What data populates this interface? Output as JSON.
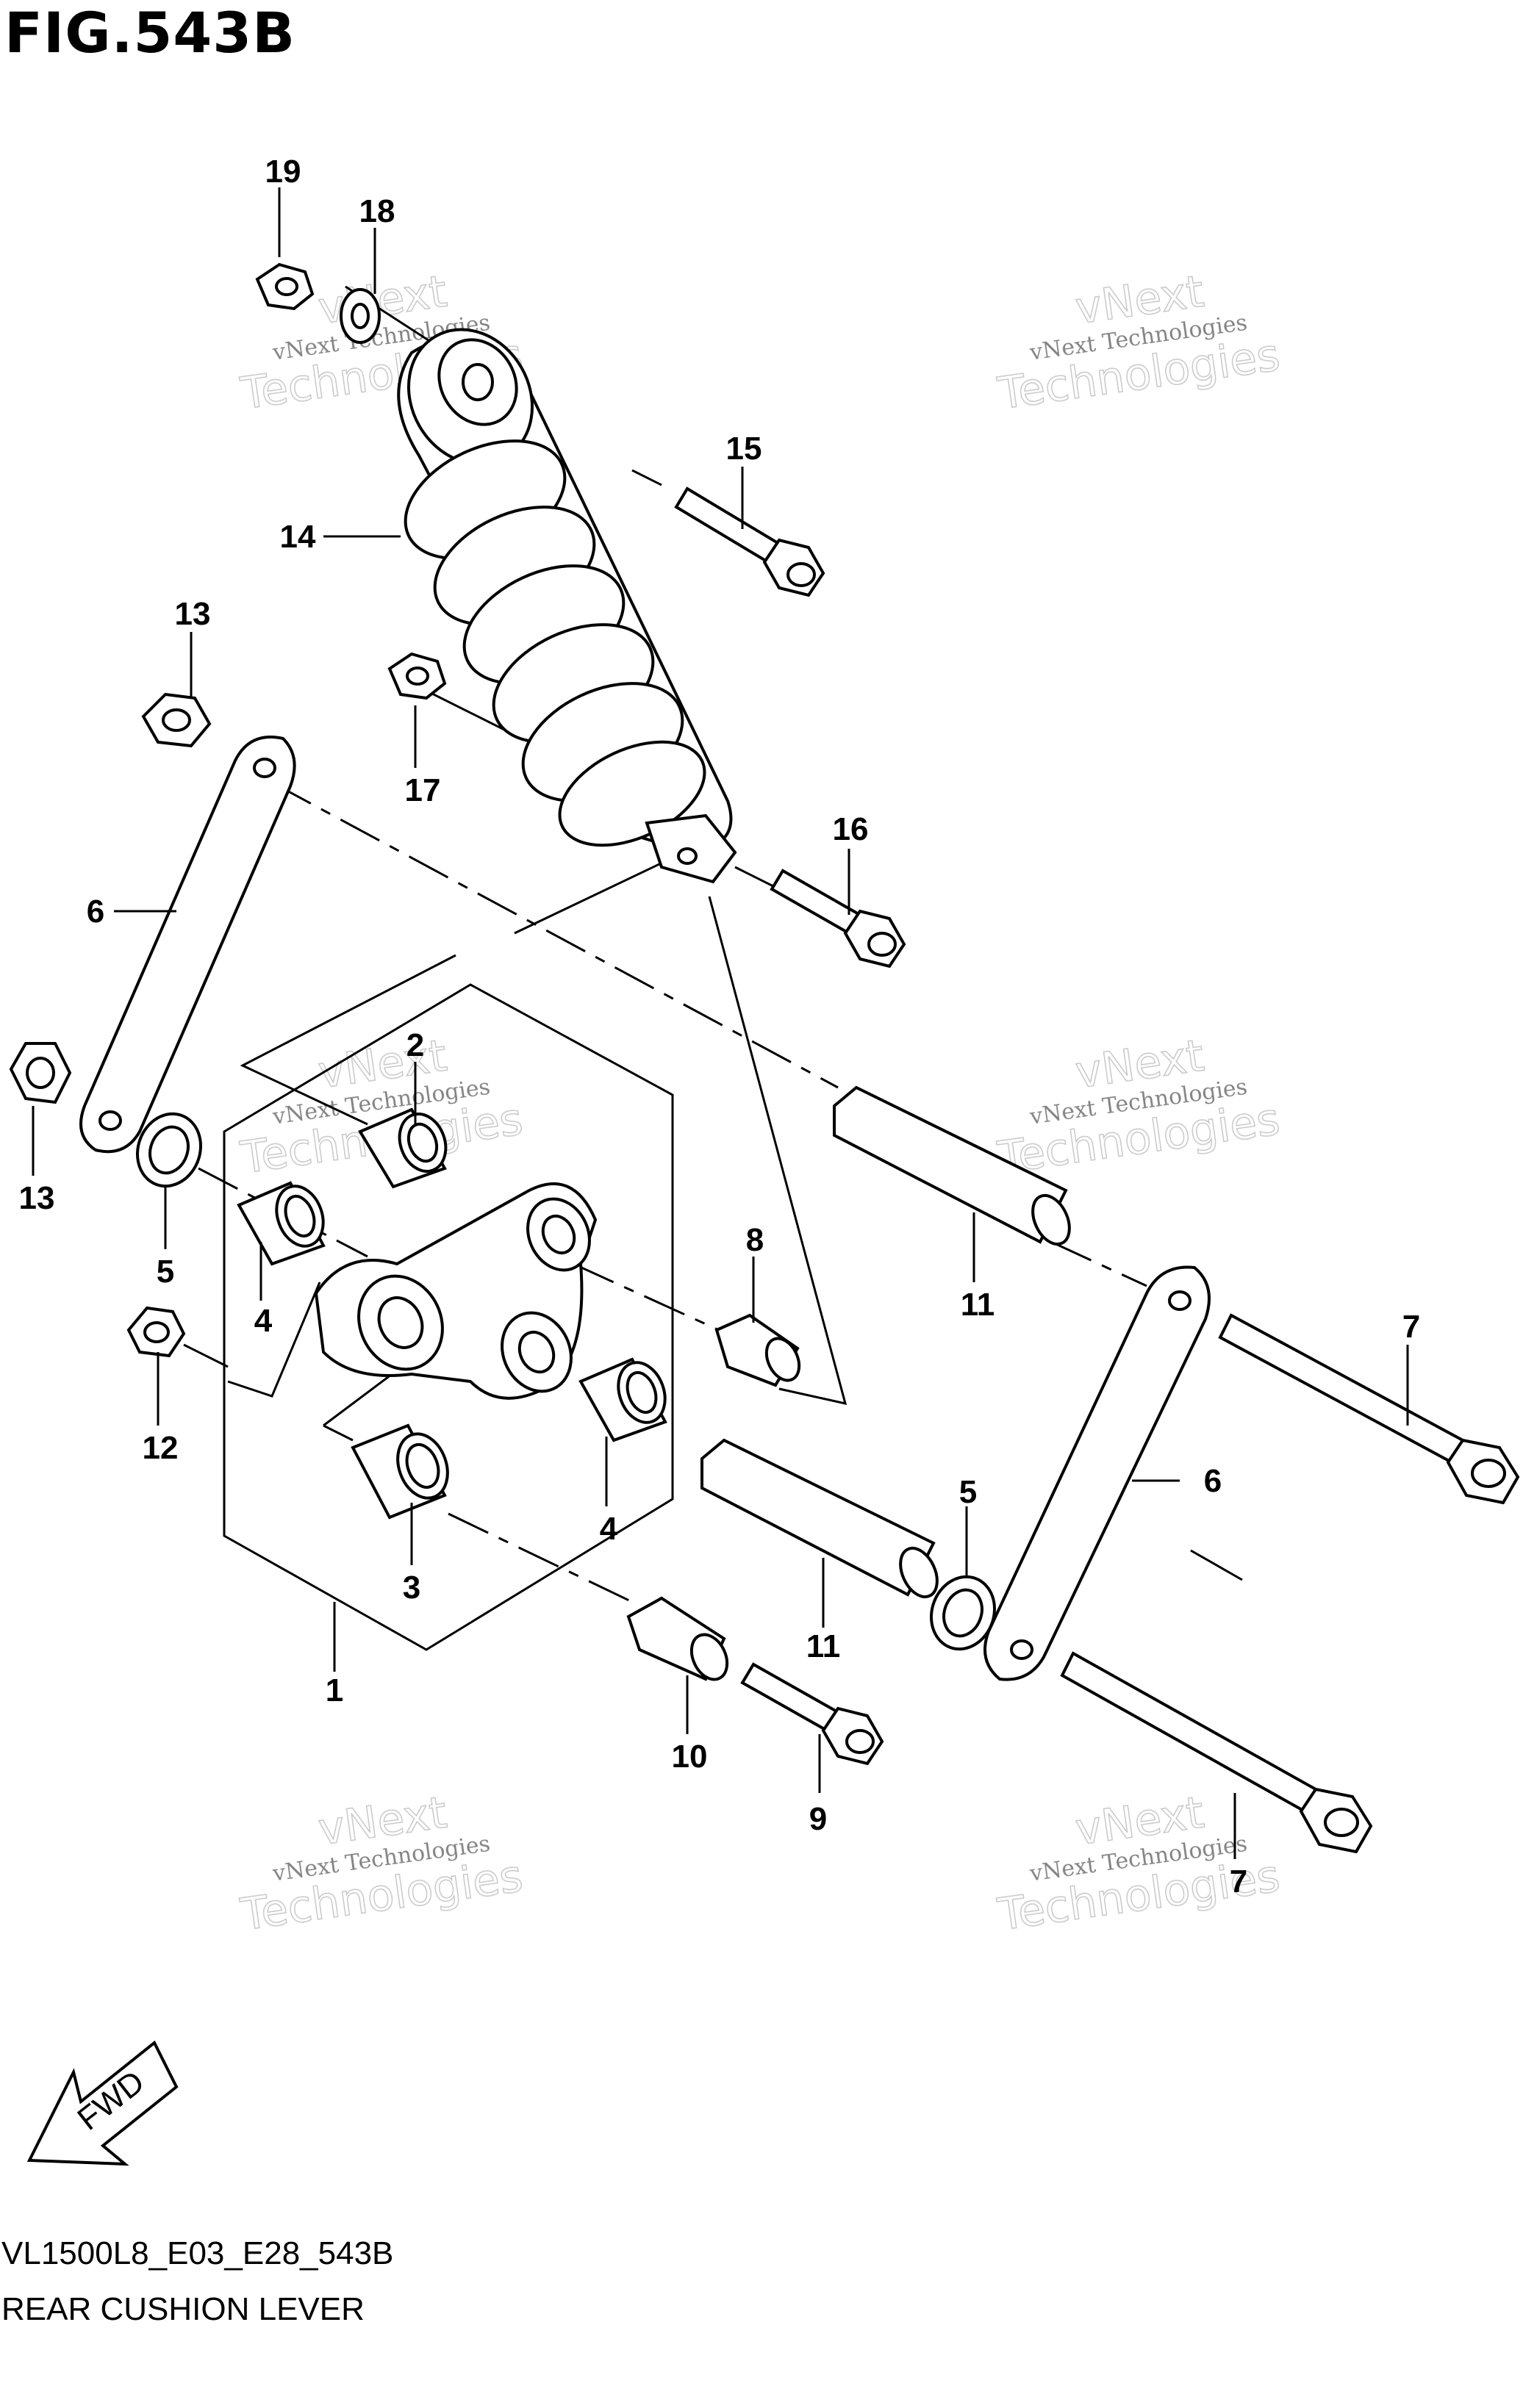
{
  "figure": {
    "title": "FIG.543B",
    "code": "VL1500L8_E03_E28_543B",
    "subtitle": "REAR CUSHION LEVER"
  },
  "callouts": [
    "1",
    "2",
    "3",
    "4",
    "4",
    "5",
    "5",
    "6",
    "6",
    "7",
    "7",
    "8",
    "9",
    "10",
    "11",
    "11",
    "12",
    "13",
    "13",
    "14",
    "15",
    "16",
    "17",
    "18",
    "19"
  ],
  "watermark": {
    "line1": "vNext Technologies",
    "line2": "vNext",
    "line3": "Technologies"
  },
  "fwd_label": "FWD"
}
